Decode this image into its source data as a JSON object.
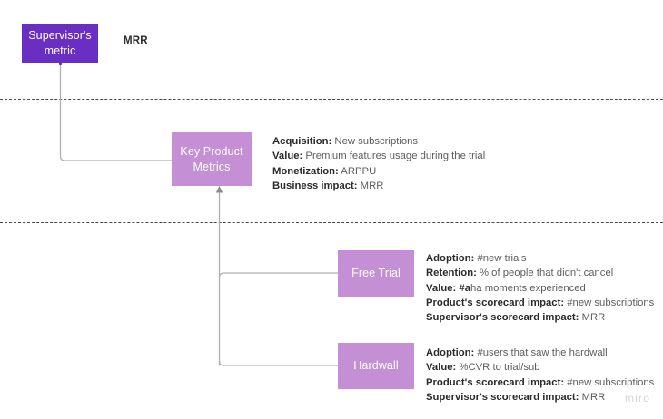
{
  "canvas": {
    "background": "#ffffff",
    "watermark": "miro"
  },
  "colors": {
    "node_dark": "#6b2ec2",
    "node_light": "#c48fd4",
    "connector": "#b0b0b0",
    "divider": "#4a4a4a",
    "label_bold": "#2b2b2b",
    "label_value": "#5d5d5d"
  },
  "nodes": {
    "supervisor": {
      "label": "Supervisor's metric"
    },
    "key_product_metrics": {
      "label": "Key Product Metrics"
    },
    "free_trial": {
      "label": "Free Trial"
    },
    "hardwall": {
      "label": "Hardwall"
    }
  },
  "labels": {
    "mrr": "MRR"
  },
  "annotations": {
    "key_product_metrics": [
      {
        "key": "Acquisition:",
        "value": " New subscriptions"
      },
      {
        "key": "Value:",
        "value": " Premium features usage during the trial"
      },
      {
        "key": "Monetization:",
        "value": " ARPPU"
      },
      {
        "key": "Business impact:",
        "value": " MRR"
      }
    ],
    "free_trial": [
      {
        "key": "Adoption:",
        "value": " #new trials"
      },
      {
        "key": "Retention:",
        "value": " % of people that didn't cancel"
      },
      {
        "key": "Value: #a",
        "value": "ha moments experienced"
      },
      {
        "key": "Product's scorecard impact:",
        "value": " #new subscriptions"
      },
      {
        "key": "Supervisor's scorecard impact:",
        "value": " MRR"
      }
    ],
    "hardwall": [
      {
        "key": "Adoption:",
        "value": " #users that saw the hardwall"
      },
      {
        "key": "Value:",
        "value": " %CVR to trial/sub"
      },
      {
        "key": "Product's scorecard impact:",
        "value": " #new subscriptions"
      },
      {
        "key": "Supervisor's scorecard impact:",
        "value": " MRR"
      }
    ]
  },
  "dividers": [
    {
      "name": "divider-top"
    },
    {
      "name": "divider-bottom"
    }
  ]
}
